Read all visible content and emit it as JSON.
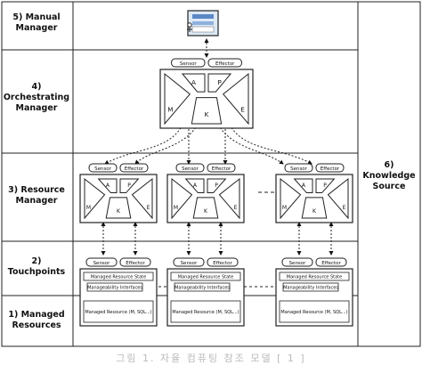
{
  "layers": [
    {
      "id": "manual",
      "label": "5) Manual\nManager"
    },
    {
      "id": "orchestrating",
      "label": "4)\nOrchestrating\nManager"
    },
    {
      "id": "resource",
      "label": "3) Resource\nManager"
    },
    {
      "id": "touchpoints",
      "label": "2)\nTouchpoints"
    },
    {
      "id": "managed",
      "label": "1) Managed\nResources"
    }
  ],
  "knowledge_source": "6) Knowledge\nSource",
  "ports": {
    "sensor": "Sensor",
    "effector": "Effector"
  },
  "mape": {
    "analyze": "A",
    "plan": "P",
    "monitor": "M",
    "knowledge": "K",
    "execute": "E"
  },
  "touchpoint": {
    "state": "Managed Resource State",
    "interfaces": "Manageability Interfaces",
    "resource": "Managed Resource (M, SQL...)"
  },
  "caption": "그림 1. 자율 컴퓨팅 참조 모델 [ 1 ]"
}
